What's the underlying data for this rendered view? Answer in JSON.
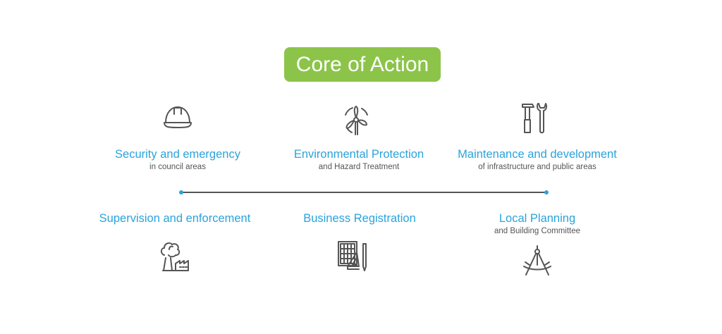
{
  "header": {
    "title": "Core of Action"
  },
  "items": [
    {
      "title": "Security and emergency",
      "subtitle": "in council areas",
      "icon": "helmet-icon"
    },
    {
      "title": "Environmental Protection",
      "subtitle": "and Hazard Treatment",
      "icon": "wind-turbine-icon"
    },
    {
      "title": "Maintenance and development",
      "subtitle": "of infrastructure and public areas",
      "icon": "tools-icon"
    },
    {
      "title": "Supervision and enforcement",
      "icon": "factory-smoke-icon"
    },
    {
      "title": "Business Registration",
      "icon": "calculator-ruler-icon"
    },
    {
      "title": "Local Planning",
      "subtitle": "and Building Committee",
      "icon": "compass-icon"
    }
  ],
  "colors": {
    "accent_green": "#8cc44a",
    "title_blue": "#2aa3dc",
    "text_gray": "#555555"
  }
}
